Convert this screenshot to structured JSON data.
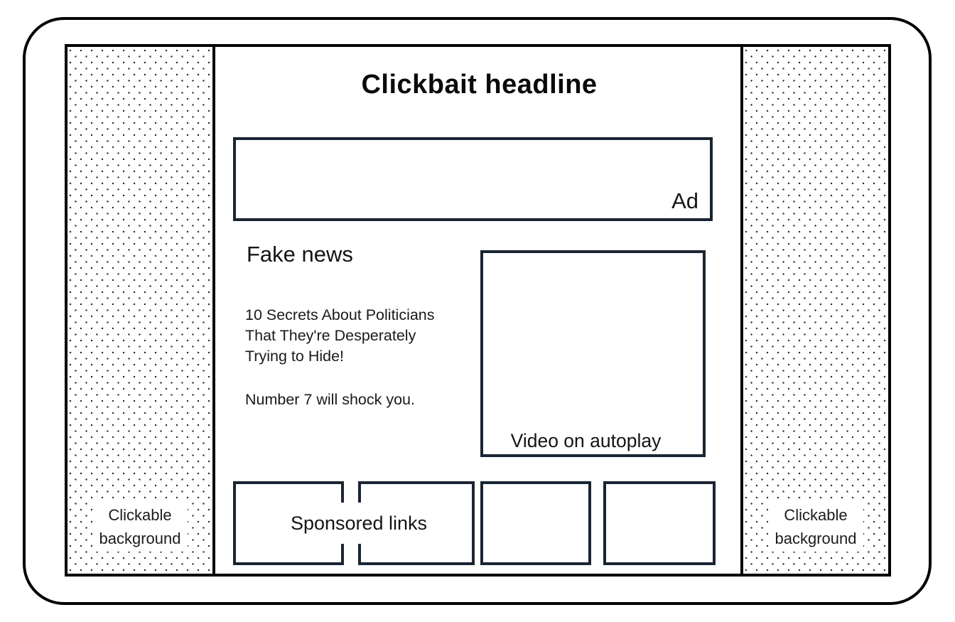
{
  "page": {
    "headline": "Clickbait headline",
    "ad": {
      "label": "Ad"
    },
    "article": {
      "section_title": "Fake news",
      "headline": "10 Secrets About Politicians\nThat They're Desperately\nTrying to Hide!",
      "teaser": "Number 7 will shock you."
    },
    "video": {
      "label": "Video on autoplay"
    },
    "sponsored": {
      "label": "Sponsored links"
    },
    "sidebars": {
      "left_label": "Clickable\nbackground",
      "right_label": "Clickable\nbackground"
    }
  },
  "colors": {
    "frame_border": "#000000",
    "content_box_border": "#1a2533",
    "dot_color": "#2f2f2f",
    "text": "#111111",
    "background": "#ffffff"
  }
}
